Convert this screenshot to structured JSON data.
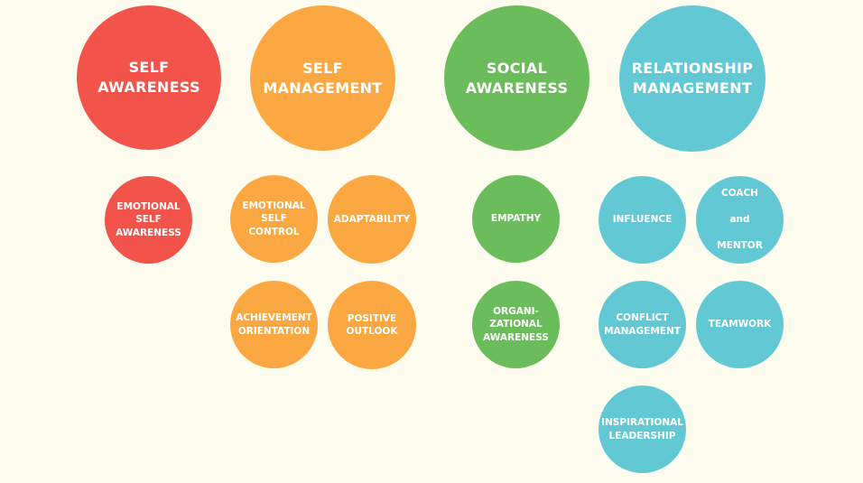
{
  "categories": {
    "self_awareness": "SELF\nAWARENESS",
    "self_management": "SELF\nMANAGEMENT",
    "social_awareness": "SOCIAL\nAWARENESS",
    "relationship_management": "RELATIONSHIP\nMANAGEMENT"
  },
  "competencies": {
    "emotional_self_awareness": "EMOTIONAL\nSELF\nAWARENESS",
    "emotional_self_control": "EMOTIONAL\nSELF\nCONTROL",
    "adaptability": "ADAPTABILITY",
    "achievement_orientation": "ACHIEVEMENT\nORIENTATION",
    "positive_outlook": "POSITIVE\nOUTLOOK",
    "empathy": "EMPATHY",
    "organizational_awareness": "ORGANI-\nZATIONAL\nAWARENESS",
    "influence": "INFLUENCE",
    "coach_and_mentor_line1": "COACH",
    "coach_and_mentor_line2": "and",
    "coach_and_mentor_line3": "MENTOR",
    "conflict_management": "CONFLICT\nMANAGEMENT",
    "teamwork": "TEAMWORK",
    "inspirational_leadership": "INSPIRATIONAL\nLEADERSHIP"
  },
  "colors": {
    "background": "#fdfcef",
    "self_awareness": "#f2534a",
    "self_management": "#fba842",
    "social_awareness": "#6bbd5b",
    "relationship_management": "#62c9d4",
    "text": "#ffffff"
  }
}
